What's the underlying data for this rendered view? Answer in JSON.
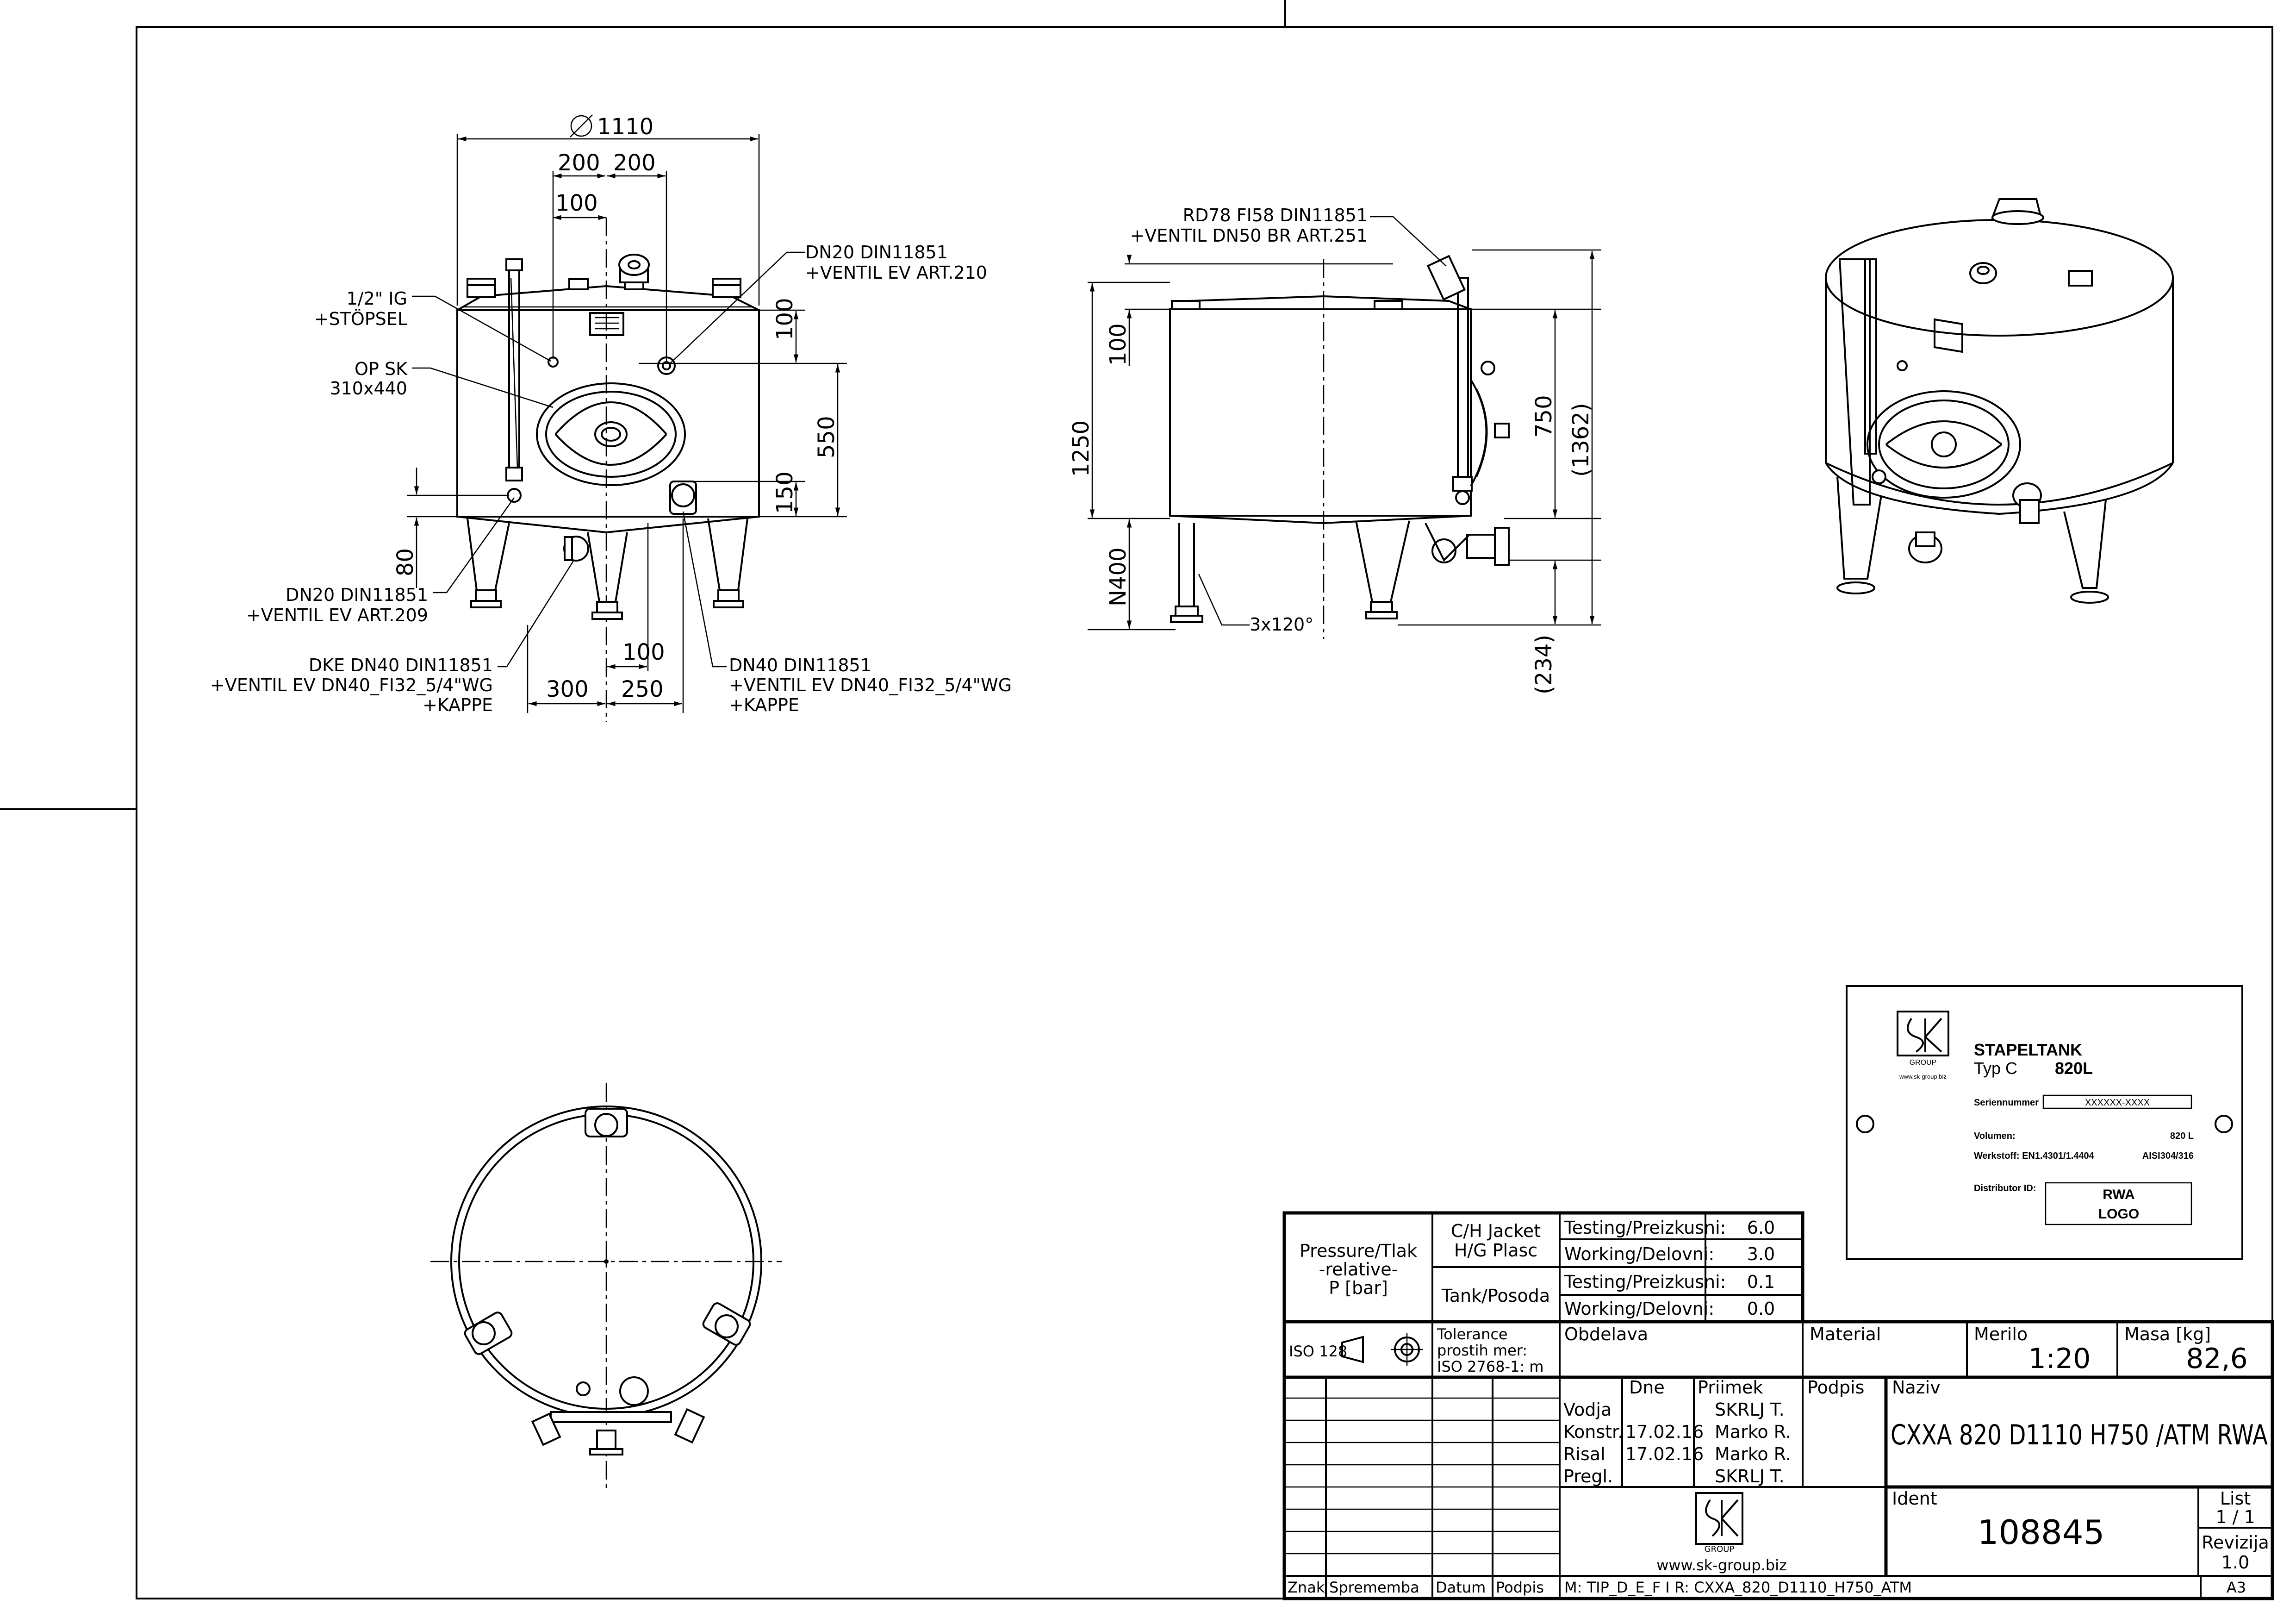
{
  "dimensions": {
    "diameter": "1110",
    "top_left": "200",
    "top_right": "200",
    "top_100": "100",
    "right_100": "100",
    "right_550": "550",
    "right_150": "150",
    "left_80": "80",
    "bottom_100": "100",
    "bottom_300": "300",
    "bottom_250": "250",
    "side_100": "100",
    "side_1250": "1250",
    "side_n400": "N400",
    "side_750": "750",
    "side_1362": "(1362)",
    "side_234": "(234)",
    "side_angle": "3x120°"
  },
  "callouts": {
    "c1_l1": "1/2\" IG",
    "c1_l2": "+STÖPSEL",
    "c2_l1": "OP SK",
    "c2_l2": "310x440",
    "c3_l1": "DN20 DIN11851",
    "c3_l2": "+VENTIL EV ART.210",
    "c4_l1": "DN20 DIN11851",
    "c4_l2": "+VENTIL EV ART.209",
    "c5_l1": "DKE DN40 DIN11851",
    "c5_l2": "+VENTIL EV DN40_FI32_5/4\"WG",
    "c5_l3": "+KAPPE",
    "c6_l1": "DN40 DIN11851",
    "c6_l2": "+VENTIL EV DN40_FI32_5/4\"WG",
    "c6_l3": "+KAPPE",
    "c7_l1": "RD78 FI58 DIN11851",
    "c7_l2": "+VENTIL DN50 BR ART.251"
  },
  "plate": {
    "title": "STAPELTANK",
    "type_label": "Typ C",
    "type_value": "820L",
    "serial_label": "Seriennummer",
    "serial_value": "XXXXXX-XXXX",
    "volume_label": "Volumen:",
    "volume_value": "820 L",
    "material_label": "Werkstoff: EN1.4301/1.4404",
    "material_value": "AISI304/316",
    "distributor_label": "Distributor ID:",
    "distributor_l1": "RWA",
    "distributor_l2": "LOGO",
    "logo_sub": "GROUP",
    "logo_url": "www.sk-group.biz"
  },
  "title_block": {
    "pressure_l1": "Pressure/Tlak",
    "pressure_l2": "-relative-",
    "pressure_l3": "P [bar]",
    "jacket_l1": "C/H Jacket",
    "jacket_l2": "H/G Plasc",
    "tank": "Tank/Posoda",
    "testing": "Testing/Preizkusni:",
    "working": "Working/Delovni:",
    "jacket_testing_value": "6.0",
    "jacket_working_value": "3.0",
    "tank_testing_value": "0.1",
    "tank_working_value": "0.0",
    "iso": "ISO 128",
    "tolerance_l1": "Tolerance",
    "tolerance_l2": "prostih mer:",
    "tolerance_l3": "ISO 2768-1: m",
    "obdelava": "Obdelava",
    "material": "Material",
    "scale_label": "Merilo",
    "scale_value": "1:20",
    "mass_label": "Masa [kg]",
    "mass_value": "82,6",
    "col_dne": "Dne",
    "col_priimek": "Priimek",
    "col_podpis": "Podpis",
    "naziv_label": "Naziv",
    "naziv_value": "CXXA 820 D1110 H750 /ATM RWA",
    "rows": [
      {
        "role": "Vodja",
        "date": "",
        "name": "SKRLJ T."
      },
      {
        "role": "Konstr.",
        "date": "17.02.16",
        "name": "Marko R."
      },
      {
        "role": "Risal",
        "date": "17.02.16",
        "name": "Marko R."
      },
      {
        "role": "Pregl.",
        "date": "",
        "name": "SKRLJ T."
      }
    ],
    "ident_label": "Ident",
    "ident_value": "108845",
    "list_label": "List",
    "list_value": "1 / 1",
    "revision_label": "Revizija",
    "revision_value": "1.0",
    "logo_sub": "GROUP",
    "website": "www.sk-group.biz",
    "footer_znak": "Znak",
    "footer_sprememba": "Sprememba",
    "footer_datum": "Datum",
    "footer_podpis": "Podpis",
    "file_path": "M: TIP_D_E_F I R: CXXA_820_D1110_H750_ATM",
    "format": "A3"
  }
}
